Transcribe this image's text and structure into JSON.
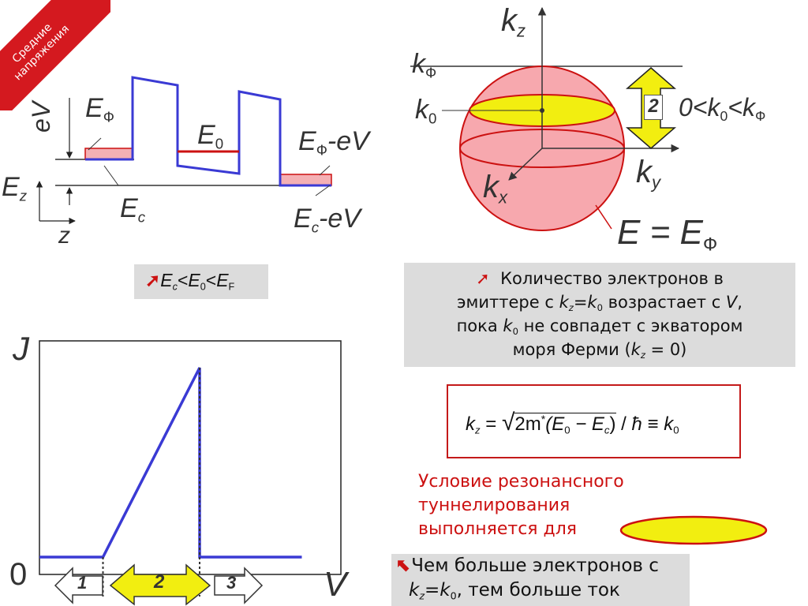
{
  "ribbon": {
    "line1": "Средние",
    "line2": "напряжения"
  },
  "band_diagram": {
    "ev": "eV",
    "eph": "E",
    "eph_sub": "Ф",
    "e0": "E",
    "e0_sub": "0",
    "eph_ev_left": "E",
    "eph_ev_sub": "Ф",
    "eph_ev_right": "-eV",
    "ez": "E",
    "ez_sub": "z",
    "z": "z",
    "ec": "E",
    "ec_sub": "c",
    "ec_ev_left": "E",
    "ec_ev_sub": "c",
    "ec_ev_right": "-eV",
    "colors": {
      "barrier": "#3a3ad4",
      "level": "#cc1111",
      "fill": "#f4b0b4"
    }
  },
  "condition_box": {
    "icon": "arrow-up-right-icon",
    "e1": "E",
    "e1_sub": "c",
    "lt1": "<",
    "e2": "E",
    "e2_sub": "0",
    "lt2": "<",
    "e3": "E",
    "e3_sub": "F"
  },
  "sphere": {
    "kz": "k",
    "kz_sub": "z",
    "kph": "k",
    "kph_sub": "Ф",
    "k0": "k",
    "k0_sub": "0",
    "ky": "k",
    "ky_sub": "y",
    "kx": "k",
    "kx_sub": "x",
    "badge": "2",
    "ineq_a": "0<k",
    "ineq_a_sub": "0",
    "ineq_b": "<k",
    "ineq_b_sub": "Ф",
    "energy": "E = E",
    "energy_sub": "Ф",
    "colors": {
      "sphere": "#f7a8ae",
      "disk": "#f2ee10",
      "arrow": "#f2ee10"
    }
  },
  "info_box": {
    "icon": "arrow-up-right-icon",
    "line1": "Количество электронов в",
    "line2_a": "эмиттере с ",
    "line2_k": "k",
    "line2_ksub": "z",
    "line2_eq": "=",
    "line2_k2": "k",
    "line2_k2sub": "0",
    "line2_b": " возрастает с ",
    "line2_v": "V",
    "line2_c": ",",
    "line3_a": "пока ",
    "line3_k": "k",
    "line3_ksub": "0",
    "line3_b": " не совпадет с экватором",
    "line4_a": "моря Ферми (",
    "line4_k": "k",
    "line4_ksub": "z",
    "line4_b": " = 0)"
  },
  "formula": {
    "k": "k",
    "k_sub": "z",
    "eq": "=",
    "two": "2m",
    "star": "*",
    "open": "(E",
    "e0sub": "0",
    "minus": " − E",
    "ecsub": "c",
    "close": ")",
    "slash": " / ",
    "hbar": "ħ",
    "equiv": " ≡ ",
    "k0": "k",
    "k0sub": "0"
  },
  "resonance": {
    "line1": "Условие резонансного",
    "line2": "туннелирования",
    "line3": "выполняется для"
  },
  "jv_chart": {
    "ylabel": "J",
    "xlabel": "V",
    "origin": "0",
    "regions": [
      "1",
      "2",
      "3"
    ],
    "colors": {
      "line": "#3a3ad4",
      "arrow_fill": "#f2ee10"
    }
  },
  "chart_data": {
    "type": "line",
    "title": "",
    "xlabel": "V",
    "ylabel": "J",
    "series": [
      {
        "x": [
          0,
          0.23,
          0.58,
          0.58,
          0.95
        ],
        "y": [
          0,
          0,
          1,
          0,
          0
        ]
      }
    ],
    "xlim": [
      0,
      1
    ],
    "ylim": [
      0,
      1.1
    ],
    "grid": false
  },
  "bottom_box": {
    "icon": "arrow-up-left-icon",
    "line1": "Чем больше электронов с",
    "line2_k": "k",
    "line2_ksub": "z",
    "line2_eq": "=",
    "line2_k2": "k",
    "line2_k2sub": "0",
    "line2_b": ", тем больше ток"
  }
}
